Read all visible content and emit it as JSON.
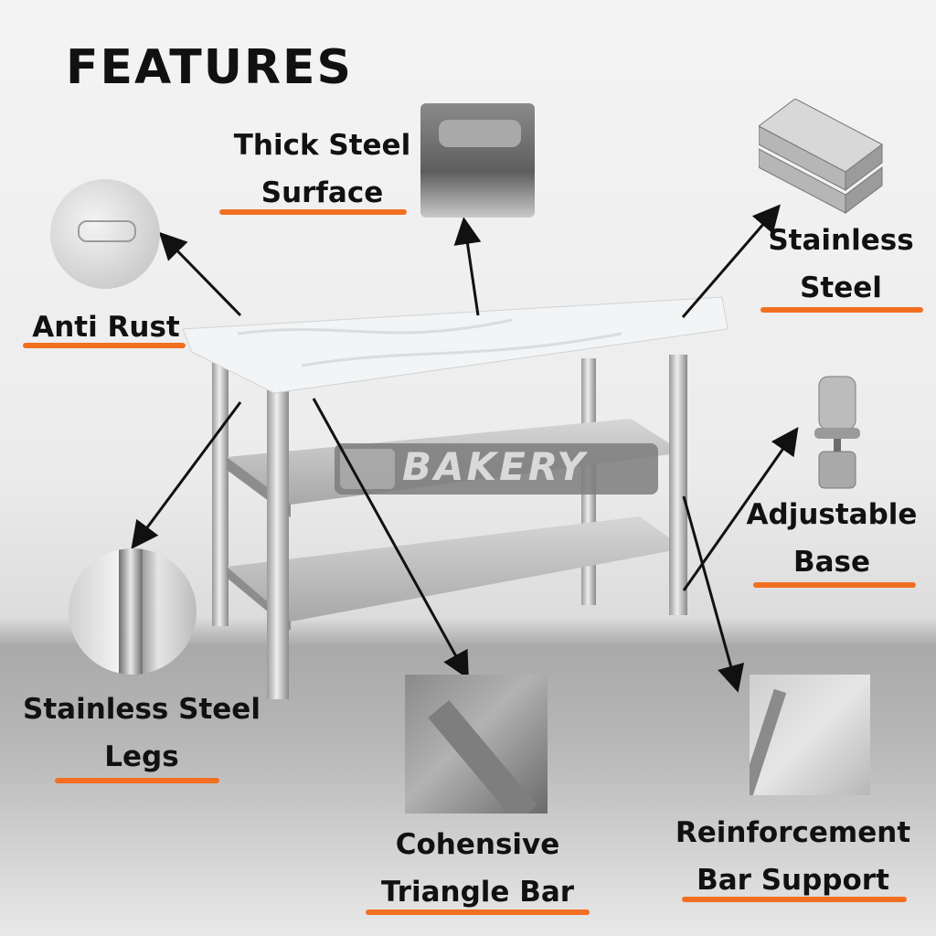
{
  "heading": "FEATURES",
  "accent_color": "#f26f21",
  "watermark": "BAKERY",
  "features": {
    "thick_surface": [
      "Thick Steel",
      "Surface"
    ],
    "stainless": [
      "Stainless",
      "Steel"
    ],
    "anti_rust": [
      "Anti Rust"
    ],
    "adjustable_base": [
      "Adjustable",
      "Base"
    ],
    "legs": [
      "Stainless Steel",
      "Legs"
    ],
    "triangle_bar": [
      "Cohensive",
      "Triangle Bar"
    ],
    "reinforcement": [
      "Reinforcement",
      "Bar Support"
    ]
  }
}
